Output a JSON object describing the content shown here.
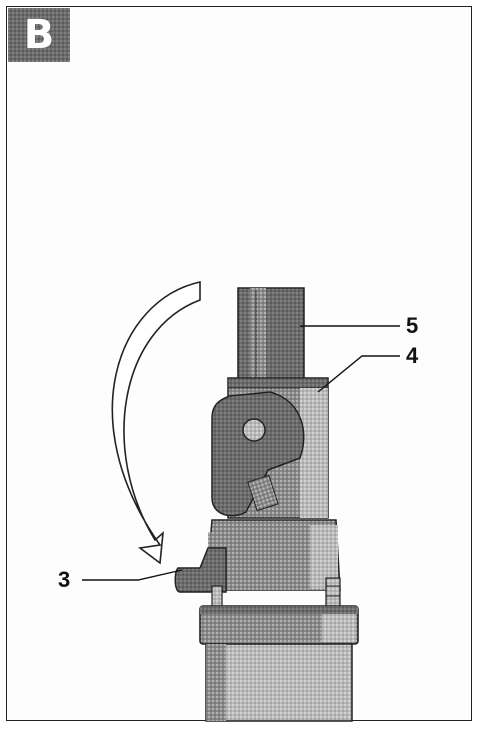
{
  "figure": {
    "badge": "B",
    "callouts": [
      {
        "id": "c5",
        "label": "5"
      },
      {
        "id": "c4",
        "label": "4"
      },
      {
        "id": "c3",
        "label": "3"
      }
    ]
  }
}
